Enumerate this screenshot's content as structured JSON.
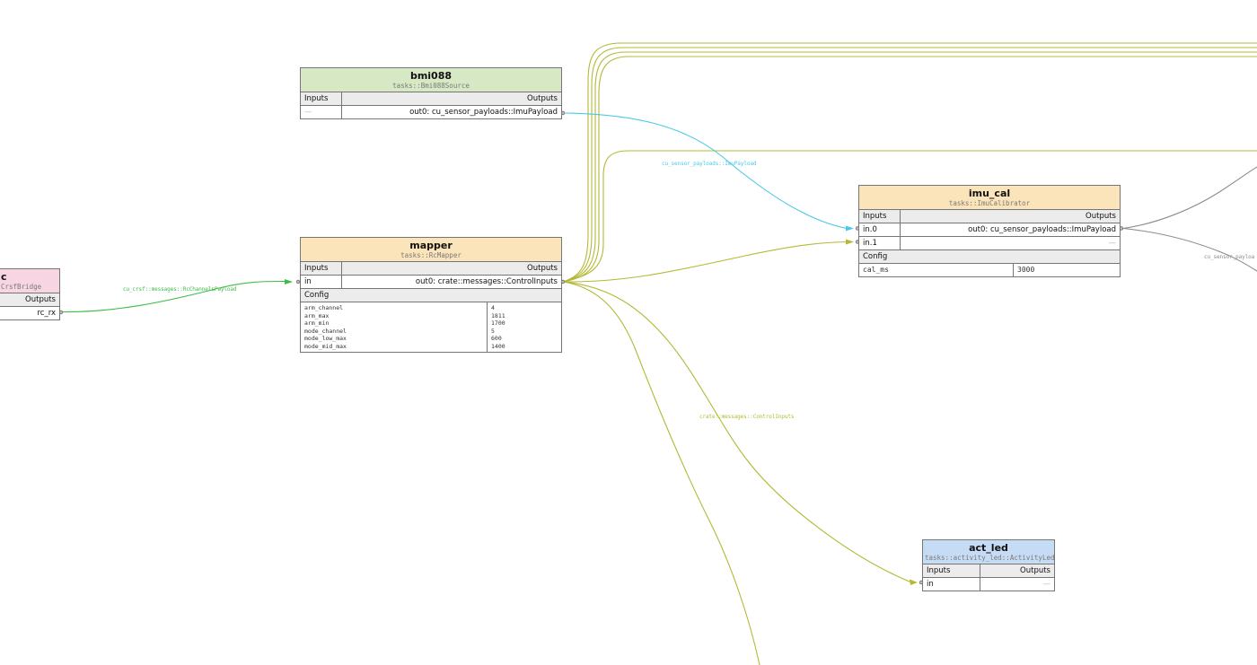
{
  "colors": {
    "edge_olive": "#b3b935",
    "edge_cyan": "#4cc8e6",
    "edge_green": "#3fbc46",
    "edge_gray": "#8c8c8c",
    "header_green": "#d7e8c4",
    "header_orange": "#fbe3ba",
    "header_blue": "#c6dcf4",
    "header_pink": "#f7d5e2",
    "table_head_bg": "#ececec",
    "border": "#757575"
  },
  "nodes": {
    "crsf": {
      "title": "c",
      "subtitle": "CrsfBridge",
      "outputs_label": "Outputs",
      "rows": [
        {
          "out": "rc_rx"
        }
      ]
    },
    "bmi088": {
      "title": "bmi088",
      "subtitle": "tasks::Bmi088Source",
      "inputs_label": "Inputs",
      "outputs_label": "Outputs",
      "rows": [
        {
          "in": "—",
          "out": "out0: cu_sensor_payloads::ImuPayload"
        }
      ]
    },
    "mapper": {
      "title": "mapper",
      "subtitle": "tasks::RcMapper",
      "inputs_label": "Inputs",
      "outputs_label": "Outputs",
      "rows": [
        {
          "in": "in",
          "out": "out0: crate::messages::ControlInputs"
        }
      ],
      "config_label": "Config",
      "config": [
        {
          "k": "arm_channel",
          "v": "4"
        },
        {
          "k": "arm_max",
          "v": "1811"
        },
        {
          "k": "arm_min",
          "v": "1700"
        },
        {
          "k": "mode_channel",
          "v": "5"
        },
        {
          "k": "mode_low_max",
          "v": "600"
        },
        {
          "k": "mode_mid_max",
          "v": "1400"
        }
      ]
    },
    "imu_cal": {
      "title": "imu_cal",
      "subtitle": "tasks::ImuCalibrator",
      "inputs_label": "Inputs",
      "outputs_label": "Outputs",
      "rows": [
        {
          "in": "in.0",
          "out": "out0: cu_sensor_payloads::ImuPayload"
        },
        {
          "in": "in.1",
          "out": "—"
        }
      ],
      "config_label": "Config",
      "config": [
        {
          "k": "cal_ms",
          "v": "3000"
        }
      ]
    },
    "act_led": {
      "title": "act_led",
      "subtitle": "tasks::activity_led::ActivityLed",
      "inputs_label": "Inputs",
      "outputs_label": "Outputs",
      "rows": [
        {
          "in": "in",
          "out": "—"
        }
      ]
    }
  },
  "edge_labels": {
    "crsf_to_mapper": "cu_crsf::messages::RcChannelsPayload",
    "bmi088_to_imu_cal": "cu_sensor_payloads::ImuPayload",
    "mapper_control_inputs": "crate::messages::ControlInputs",
    "imu_cal_out_clipped": "cu_sensor_payloa"
  }
}
